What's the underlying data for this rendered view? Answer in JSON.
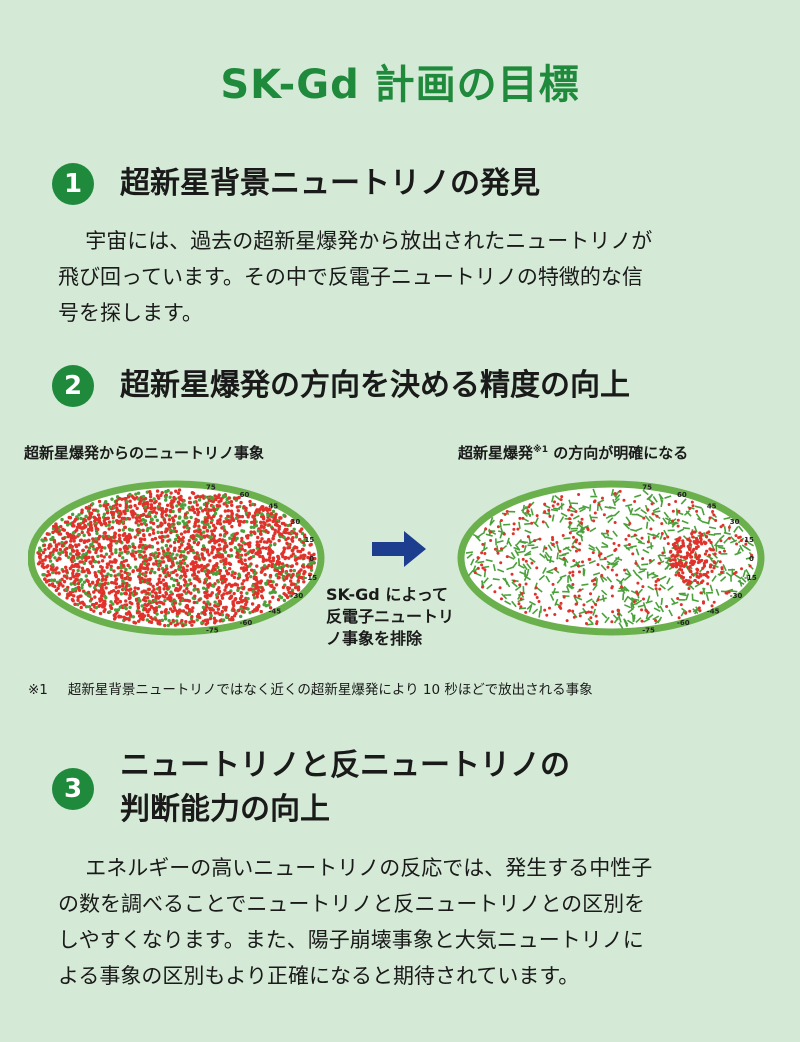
{
  "title": "SK-Gd 計画の目標",
  "sections": [
    {
      "number": "1",
      "heading": "超新星背景ニュートリノの発見",
      "body_lines": [
        "宇宙には、過去の超新星爆発から放出されたニュートリノが",
        "飛び回っています。その中で反電子ニュートリノの特徴的な信",
        "号を探します。"
      ]
    },
    {
      "number": "2",
      "heading": "超新星爆発の方向を決める精度の向上",
      "left_caption": "超新星爆発からのニュートリノ事象",
      "right_caption": "超新星爆発",
      "right_caption_sup": "※1",
      "right_caption_tail": " の方向が明確になる",
      "filter_lines": [
        "SK-Gd によって",
        "反電子ニュートリ",
        "ノ事象を排除"
      ],
      "lat_labels": [
        "75",
        "60",
        "45",
        "30",
        "15",
        "0",
        "-15",
        "-30",
        "-45",
        "-60",
        "-75"
      ],
      "note_mark": "※1",
      "note_text": "超新星背景ニュートリノではなく近くの超新星爆発により 10 秒ほどで放出される事象"
    },
    {
      "number": "3",
      "heading_lines": [
        "ニュートリノと反ニュートリノの",
        "判断能力の向上"
      ],
      "body_lines": [
        "エネルギーの高いニュートリノの反応では、発生する中性子",
        "の数を調べることでニュートリノと反ニュートリノとの区別を",
        "しやすくなります。また、陽子崩壊事象と大気ニュートリノに",
        "よる事象の区別もより正確になると期待されています。"
      ]
    }
  ],
  "colors": {
    "background": "#d4ead6",
    "accent_green": "#1f8a3c",
    "ellipse_border": "#6ab04c",
    "event_red": "#e0322b",
    "event_green": "#4aa13a",
    "arrow_blue": "#1d3e8f"
  }
}
